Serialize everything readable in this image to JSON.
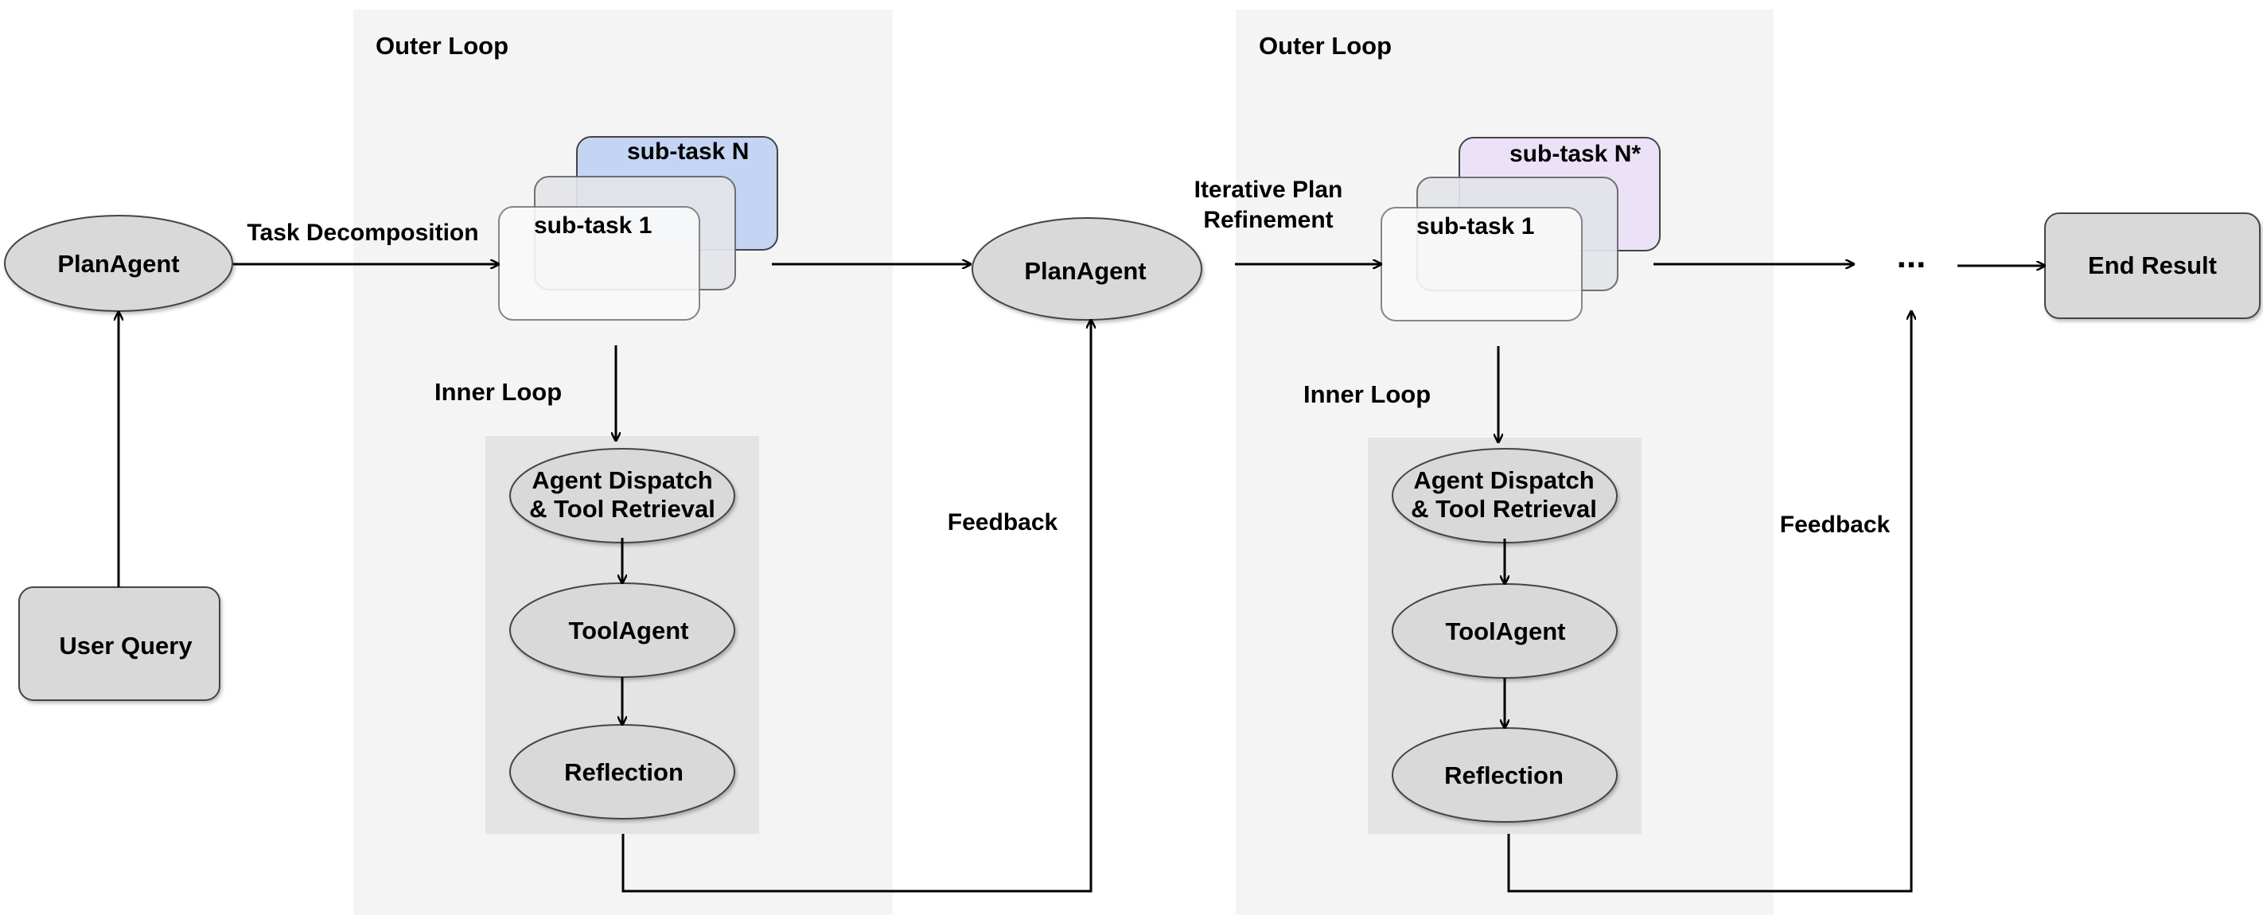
{
  "colors": {
    "outer_panel": "#f4f4f4",
    "inner_panel": "#e4e4e4",
    "node_fill": "#d9d9d9",
    "node_stroke": "#444444",
    "subtask_front": "#fafafa",
    "subtask_middle": "#e3e5ea",
    "subtask_back_left": "#c3d5f3",
    "subtask_back_right": "#ece2f7",
    "line": "#000000"
  },
  "nodes": {
    "user_query": "User Query",
    "plan_agent_1": "PlanAgent",
    "plan_agent_2": "PlanAgent",
    "end_result": "End Result",
    "ellipsis": "..."
  },
  "outer_loop_left": {
    "label": "Outer Loop",
    "subtask_front": "sub-task 1",
    "subtask_back": "sub-task N",
    "inner_loop": {
      "label": "Inner Loop",
      "steps": [
        {
          "line1": "Agent Dispatch",
          "line2": "& Tool Retrieval"
        },
        {
          "line1": "ToolAgent"
        },
        {
          "line1": "Reflection"
        }
      ]
    }
  },
  "outer_loop_right": {
    "label": "Outer Loop",
    "subtask_front": "sub-task 1",
    "subtask_back": "sub-task N*",
    "inner_loop": {
      "label": "Inner Loop",
      "steps": [
        {
          "line1": "Agent Dispatch",
          "line2": "& Tool Retrieval"
        },
        {
          "line1": "ToolAgent"
        },
        {
          "line1": "Reflection"
        }
      ]
    }
  },
  "edges": {
    "task_decomposition": "Task Decomposition",
    "iterative_plan_line1": "Iterative Plan",
    "iterative_plan_line2": "Refinement",
    "feedback_left": "Feedback",
    "feedback_right": "Feedback"
  }
}
